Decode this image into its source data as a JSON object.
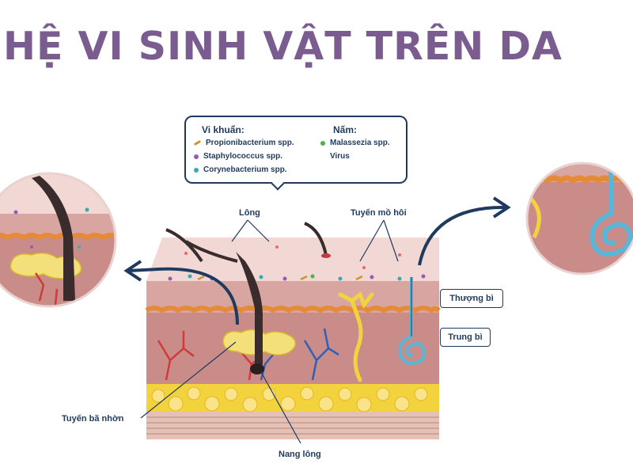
{
  "title": "HỆ VI SINH VẬT TRÊN DA",
  "legend": {
    "bacteria_heading": "Vi khuẩn:",
    "bacteria": [
      {
        "name": "Propionibacterium spp.",
        "icon": "rod-bacterium-icon",
        "color": "#c9962e"
      },
      {
        "name": "Staphylococcus spp.",
        "icon": "purple-coccus-icon",
        "color": "#9b59b6"
      },
      {
        "name": "Corynebacterium spp.",
        "icon": "teal-coccus-icon",
        "color": "#39a9b8"
      }
    ],
    "fungi_heading": "Nấm:",
    "fungi": [
      {
        "name": "Malassezia spp.",
        "icon": "green-fungus-icon",
        "color": "#4caf50"
      },
      {
        "name": "Virus",
        "icon": "",
        "color": ""
      }
    ]
  },
  "labels": {
    "hair": "Lông",
    "sweat_gland": "Tuyến mồ hôi",
    "epidermis": "Thượng bì",
    "dermis": "Trung bì",
    "sebaceous_gland": "Tuyến bã nhờn",
    "hair_follicle": "Nang lông"
  },
  "colors": {
    "title": "#7a5c91",
    "text": "#1f3a5f",
    "skin_surface": "#f1d8d4",
    "epidermis": "#d9a5a1",
    "dermis": "#c98c88",
    "fat": "#f3d33d",
    "artery": "#d03a3a",
    "vein": "#2f5fb8"
  }
}
